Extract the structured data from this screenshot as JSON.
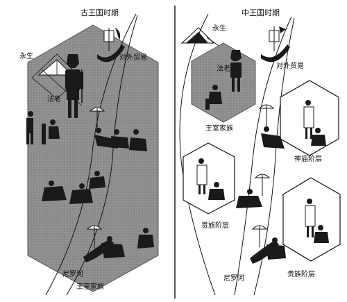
{
  "left_panel": {
    "title": "古王国时期",
    "label_eternal": "永生",
    "label_pharaoh": "法老",
    "label_trade": "对外贸易",
    "label_nile": "尼罗河",
    "label_royal": "王室家族"
  },
  "right_panel": {
    "title": "中王国时期",
    "label_eternal": "永生",
    "label_pharaoh": "法老",
    "label_trade": "对外贸易",
    "label_royal": "王室家族",
    "label_temple": "神庙阶层",
    "label_noble_left": "贵族阶层",
    "label_nile": "尼罗河",
    "label_noble_right": "贵族阶层"
  },
  "colors": {
    "hex_fill": "#8f8f8f",
    "ink": "#1a1a1a",
    "paper": "#ffffff"
  }
}
